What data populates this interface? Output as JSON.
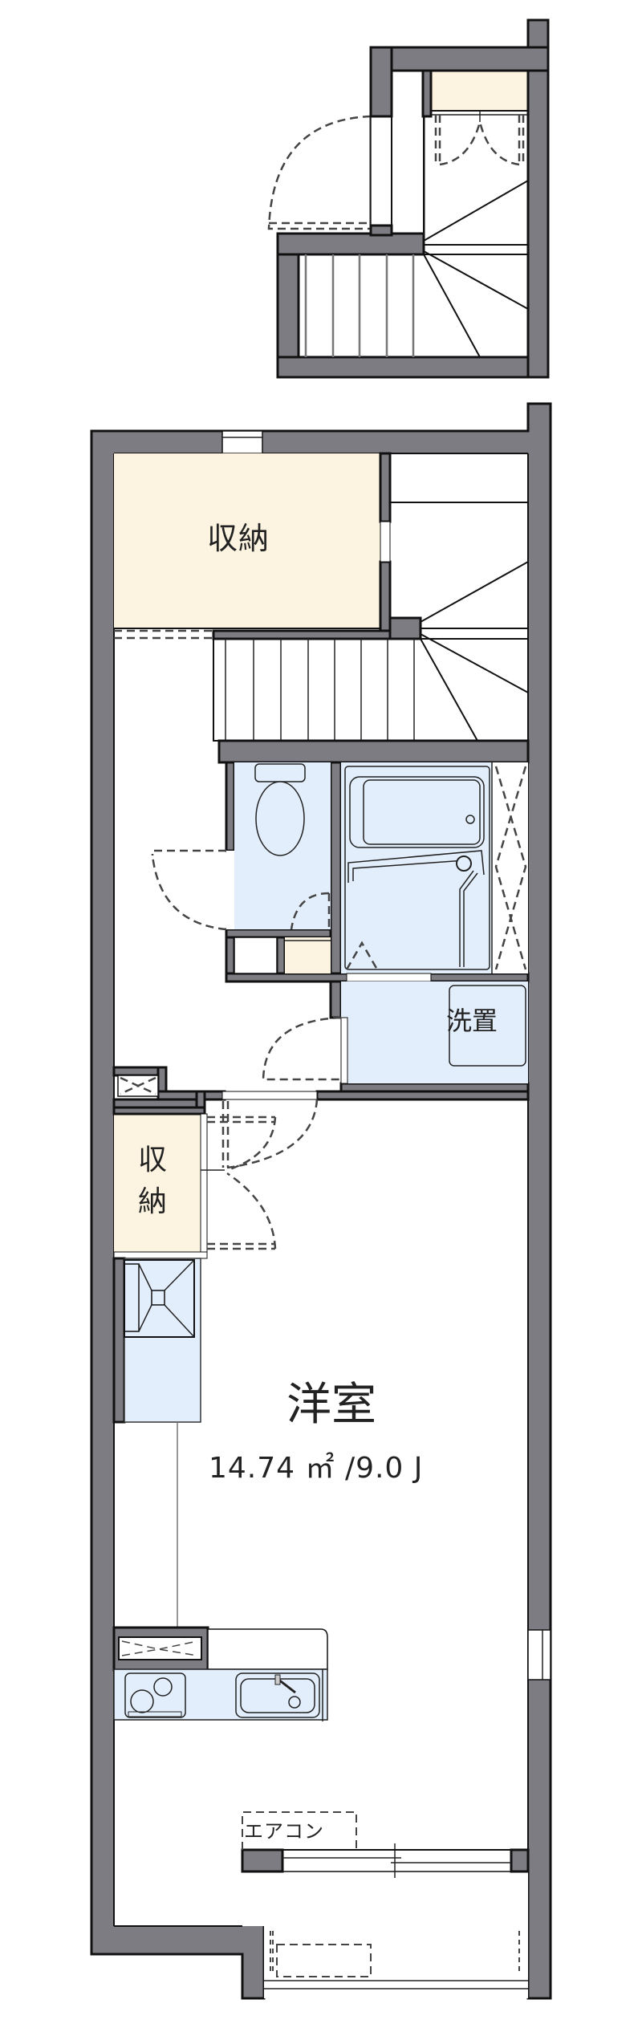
{
  "floorplan": {
    "title": "Apartment floor plan (1R with loft)",
    "colors": {
      "wall": "#7d7c82",
      "storage_fill": "#fdf3e1",
      "wet_area_fill": "#e3eefc",
      "background": "#ffffff"
    },
    "loft": {
      "label": "",
      "features": [
        "stairs",
        "closet",
        "door"
      ]
    },
    "main_floor": {
      "storage_upper": {
        "label": "収納"
      },
      "storage_entry": {
        "label": "収納"
      },
      "washing_machine": {
        "label": "洗置"
      },
      "main_room": {
        "label": "洋室",
        "area": "14.74 ㎡ /9.0 J"
      },
      "air_conditioner": {
        "label": "エアコン"
      },
      "features": [
        "toilet",
        "unit-bath",
        "kitchen-stove",
        "kitchen-sink",
        "refrigerator-space",
        "shoe-box",
        "balcony",
        "stairs"
      ]
    }
  }
}
